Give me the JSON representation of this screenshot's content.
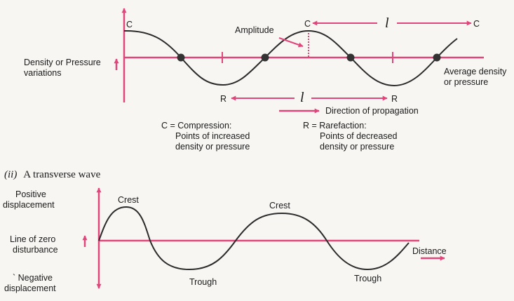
{
  "colors": {
    "accent": "#e0457b",
    "wave": "#2b2b2b",
    "node": "#333333"
  },
  "longitudinal": {
    "label_c_top_left": "C",
    "label_c_mid": "C",
    "label_c_right": "C",
    "label_amplitude": "Amplitude",
    "label_ell_top": "l",
    "label_density_line1": "Density or Pressure",
    "label_density_line2": "variations",
    "label_avg_line1": "Average density",
    "label_avg_line2": "or pressure",
    "label_r_left": "R",
    "label_r_right": "R",
    "label_ell_bottom": "l",
    "label_direction": "Direction of propagation",
    "legend_c_line1": "C = Compression:",
    "legend_c_line2": "Points of increased",
    "legend_c_line3": "density or pressure",
    "legend_r_line1": "R = Rarefaction:",
    "legend_r_line2": "Points of decreased",
    "legend_r_line3": "density or pressure"
  },
  "transverse": {
    "title_roman": "(ii)",
    "title_text": "A transverse wave",
    "label_positive_line1": "Positive",
    "label_positive_line2": "displacement",
    "label_crest_1": "Crest",
    "label_crest_2": "Crest",
    "label_zero_line1": "Line of zero",
    "label_zero_line2": "disturbance",
    "label_negative_line1": "` Negative",
    "label_negative_line2": "displacement",
    "label_trough_1": "Trough",
    "label_trough_2": "Trough",
    "label_distance": "Distance"
  }
}
